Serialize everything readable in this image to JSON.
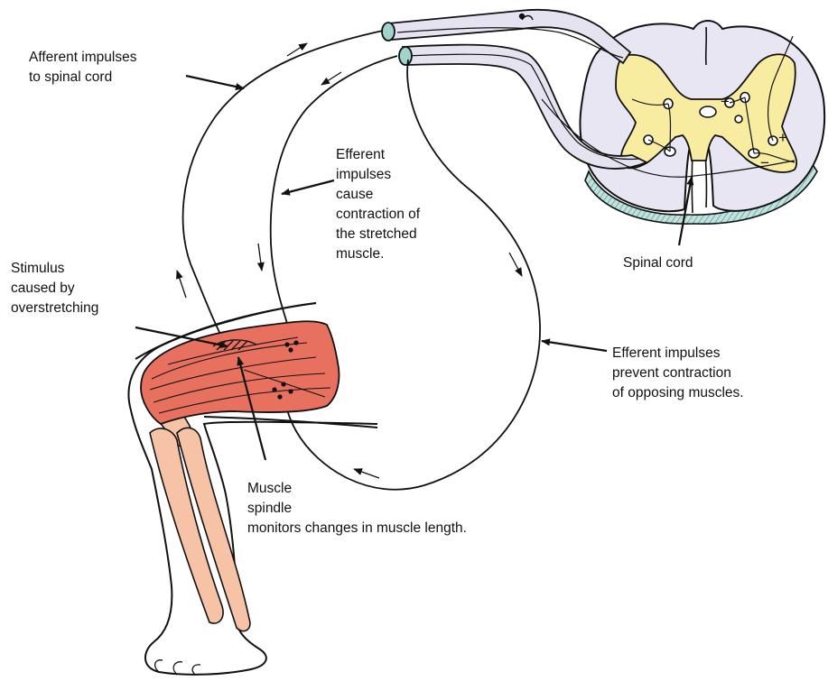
{
  "labels": {
    "afferent_1": "Afferent impulses",
    "afferent_2": "to spinal cord",
    "efferent_contract_1": "Efferent",
    "efferent_contract_2": "impulses",
    "efferent_contract_3": "cause",
    "efferent_contract_4": "contraction of",
    "efferent_contract_5": "the stretched",
    "efferent_contract_6": "muscle.",
    "stimulus_1": "Stimulus",
    "stimulus_2": "caused by",
    "stimulus_3": "overstretching",
    "spinal_cord": "Spinal cord",
    "efferent_prevent_1": "Efferent impulses",
    "efferent_prevent_2": "prevent contraction",
    "efferent_prevent_3": "of opposing muscles.",
    "spindle_1": "Muscle",
    "spindle_2": "spindle",
    "spindle_3": "monitors changes in muscle length."
  },
  "cord_signs": {
    "plus_left": "+",
    "plus_right": "+",
    "minus": "−"
  },
  "colors": {
    "muscle": "#e8705f",
    "bone": "#f6c3a6",
    "gray_matter": "#f7ec9f",
    "white_matter": "#e8e6f3",
    "nerve_root": "#e4e3ef",
    "root_cut": "#9fd3cc",
    "ventral_stripes": "#bfe3df",
    "outline": "#111111"
  }
}
